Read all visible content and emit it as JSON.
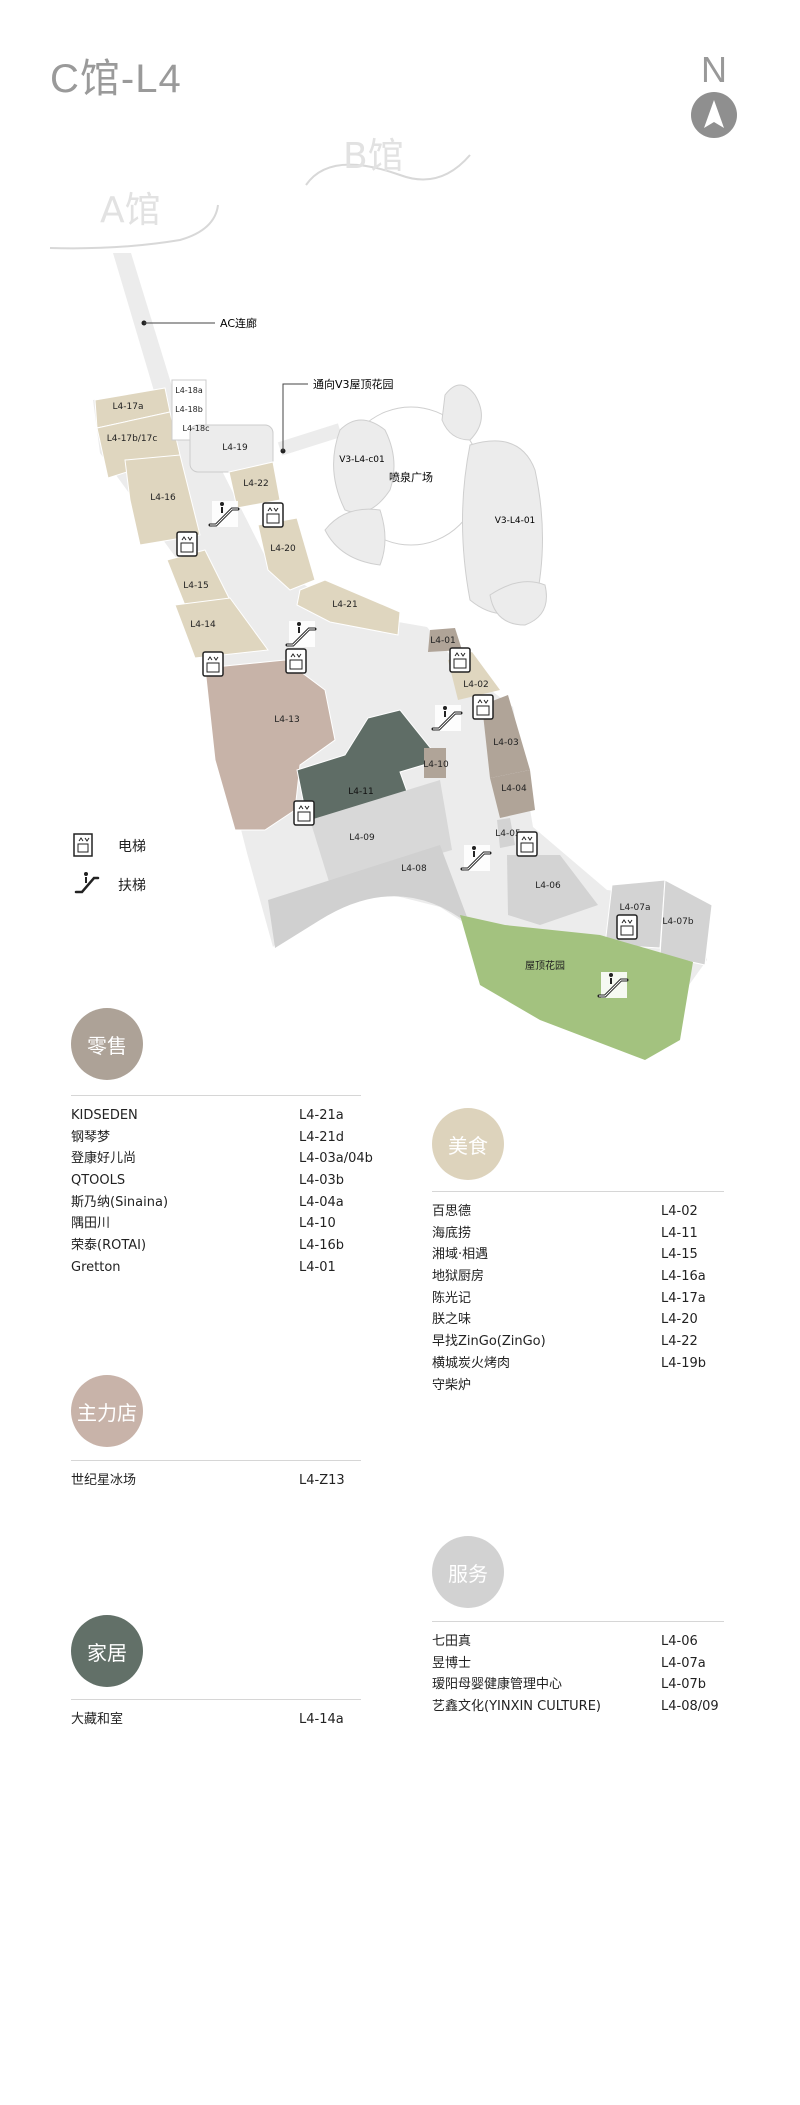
{
  "header": {
    "title": "C馆-L4",
    "north": "N"
  },
  "map": {
    "buildings": {
      "a": "A馆",
      "b": "B馆"
    },
    "callouts": {
      "ac": "AC连廊",
      "v3": "通向V3屋顶花园"
    },
    "areas": {
      "fountain": "喷泉广场",
      "v3c01": "V3-L4-c01",
      "v301": "V3-L4-01",
      "garden": "屋顶花园"
    },
    "shops": [
      "L4-17a",
      "L4-17b/17c",
      "L4-16",
      "L4-18a",
      "L4-18b",
      "L4-18c",
      "L4-19",
      "L4-22",
      "L4-20",
      "L4-21",
      "L4-15",
      "L4-14",
      "L4-13",
      "L4-11",
      "L4-10",
      "L4-01",
      "L4-02",
      "L4-03",
      "L4-04",
      "L4-05",
      "L4-06",
      "L4-07a",
      "L4-07b",
      "L4-09",
      "L4-08"
    ],
    "colors": {
      "walk": "#ececec",
      "food": "#dfd6bf",
      "anchor": "#c7b3a8",
      "home": "#5f6d66",
      "retail": "#b0a498",
      "service": "#d3d3d3",
      "garden": "#a3c27f"
    }
  },
  "legend": {
    "elevator": "电梯",
    "escalator": "扶梯"
  },
  "categories": [
    {
      "name": "零售",
      "color": "#ada297",
      "items": [
        [
          "KIDSEDEN",
          "L4-21a"
        ],
        [
          "钢琴梦",
          "L4-21d"
        ],
        [
          "登康好儿尚",
          "L4-03a/04b"
        ],
        [
          "QTOOLS",
          "L4-03b"
        ],
        [
          "斯乃纳(Sinaina)",
          "L4-04a"
        ],
        [
          "隅田川",
          "L4-10"
        ],
        [
          "荣泰(ROTAI)",
          "L4-16b"
        ],
        [
          "Gretton",
          "L4-01"
        ]
      ]
    },
    {
      "name": "美食",
      "color": "#ddd3bc",
      "items": [
        [
          "百思德",
          "L4-02"
        ],
        [
          "海底捞",
          "L4-11"
        ],
        [
          "湘域·相遇",
          "L4-15"
        ],
        [
          "地狱厨房",
          "L4-16a"
        ],
        [
          "陈光记",
          "L4-17a"
        ],
        [
          "朕之味",
          "L4-20"
        ],
        [
          "早找ZinGo(ZinGo)",
          "L4-22"
        ],
        [
          "横城炭火烤肉",
          "L4-19b"
        ],
        [
          "守柴炉",
          ""
        ]
      ]
    },
    {
      "name": "主力店",
      "color": "#c8b3a9",
      "items": [
        [
          "世纪星冰场",
          "L4-Z13"
        ]
      ]
    },
    {
      "name": "服务",
      "color": "#d2d2d2",
      "items": [
        [
          "七田真",
          "L4-06"
        ],
        [
          "昱博士",
          "L4-07a"
        ],
        [
          "瑷阳母婴健康管理中心",
          "L4-07b"
        ],
        [
          "艺鑫文化(YINXIN CULTURE)",
          "L4-08/09"
        ]
      ]
    },
    {
      "name": "家居",
      "color": "#627068",
      "items": [
        [
          "大藏和室",
          "L4-14a"
        ]
      ]
    }
  ]
}
